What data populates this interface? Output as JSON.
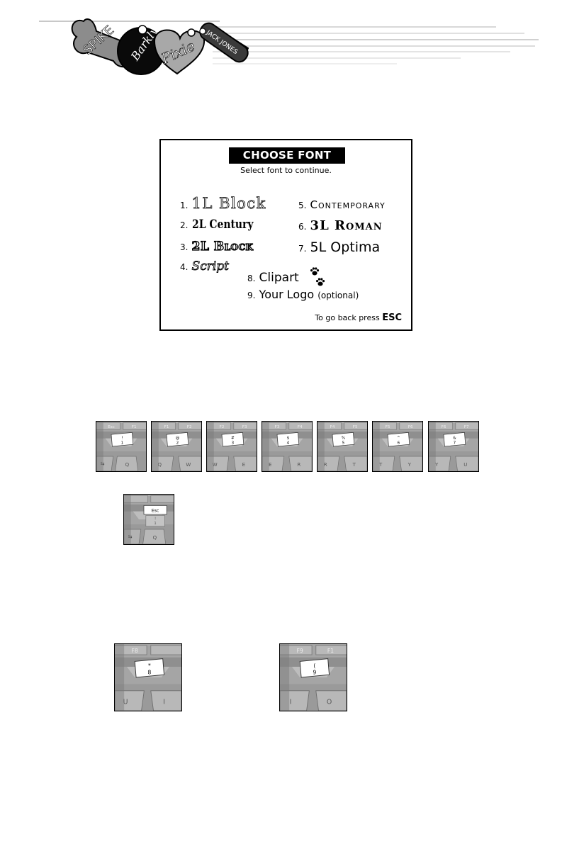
{
  "header": {
    "tags": [
      "SPIKE",
      "Barkly",
      "Pixie",
      "JACK JONES"
    ]
  },
  "screen": {
    "title": "CHOOSE FONT",
    "subtitle": "Select font to continue.",
    "options": [
      {
        "number": "1.",
        "sample": "1L Block"
      },
      {
        "number": "2.",
        "sample": "2L Century"
      },
      {
        "number": "3.",
        "sample": "2L Block"
      },
      {
        "number": "4.",
        "sample": "Script"
      },
      {
        "number": "5.",
        "sample": "Contemporary"
      },
      {
        "number": "6.",
        "sample": "3L Roman"
      },
      {
        "number": "7.",
        "sample": "5L Optima"
      },
      {
        "number": "8.",
        "sample": "Clipart"
      },
      {
        "number": "9.",
        "sample": "Your Logo",
        "note": "(optional)"
      }
    ],
    "back_hint": "To go back press",
    "back_key": "ESC"
  },
  "keys_row": [
    {
      "fkeys": [
        "Esc",
        "F1"
      ],
      "top": "!",
      "bottom": "1",
      "row": [
        "Q"
      ]
    },
    {
      "fkeys": [
        "F1",
        "F2"
      ],
      "top": "@",
      "bottom": "2",
      "row": [
        "Q",
        "W"
      ]
    },
    {
      "fkeys": [
        "F2",
        "F3"
      ],
      "top": "#",
      "bottom": "3",
      "row": [
        "W",
        "E"
      ]
    },
    {
      "fkeys": [
        "F3",
        "F4"
      ],
      "top": "$",
      "bottom": "4",
      "row": [
        "E",
        "R"
      ]
    },
    {
      "fkeys": [
        "F4",
        "F5"
      ],
      "top": "%",
      "bottom": "5",
      "row": [
        "R",
        "T"
      ]
    },
    {
      "fkeys": [
        "F5",
        "F6"
      ],
      "top": "^",
      "bottom": "6",
      "row": [
        "T",
        "Y"
      ]
    },
    {
      "fkeys": [
        "F6",
        "F7"
      ],
      "top": "&",
      "bottom": "7",
      "row": [
        "Y",
        "U"
      ]
    }
  ],
  "esc_key": {
    "label": "Esc",
    "top": "!",
    "bottom": "1",
    "row": [
      "Q"
    ]
  },
  "keys_bottom": [
    {
      "fkeys": [
        "F8"
      ],
      "top": "*",
      "bottom": "8",
      "row": [
        "U",
        "I"
      ]
    },
    {
      "fkeys": [
        "F9",
        "F1"
      ],
      "top": "(",
      "bottom": "9",
      "row": [
        "I",
        "O"
      ]
    }
  ]
}
